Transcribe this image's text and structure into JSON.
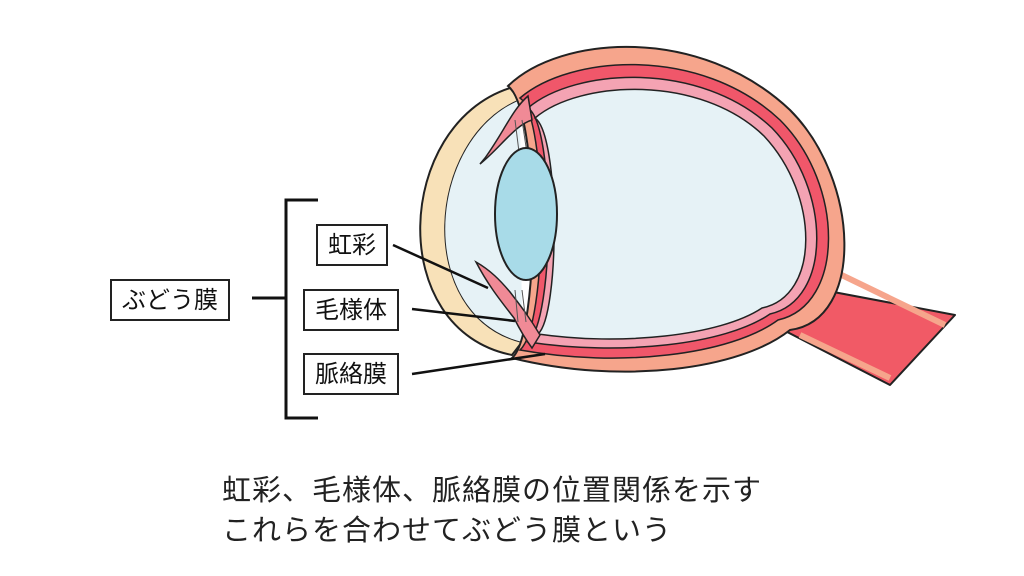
{
  "labels": {
    "uvea": "ぶどう膜",
    "iris": "虹彩",
    "ciliary_body": "毛様体",
    "choroid": "脈絡膜"
  },
  "caption": {
    "line1": "虹彩、毛様体、脈絡膜の位置関係を示す",
    "line2": "これらを合わせてぶどう膜という"
  },
  "colors": {
    "sclera": "#f5a68a",
    "choroid": "#f0576a",
    "retina": "#f4a3b3",
    "cornea": "#f8e1b8",
    "lens": "#a8dbe8",
    "vitreous": "#e6f2f6",
    "outline": "#222222"
  }
}
